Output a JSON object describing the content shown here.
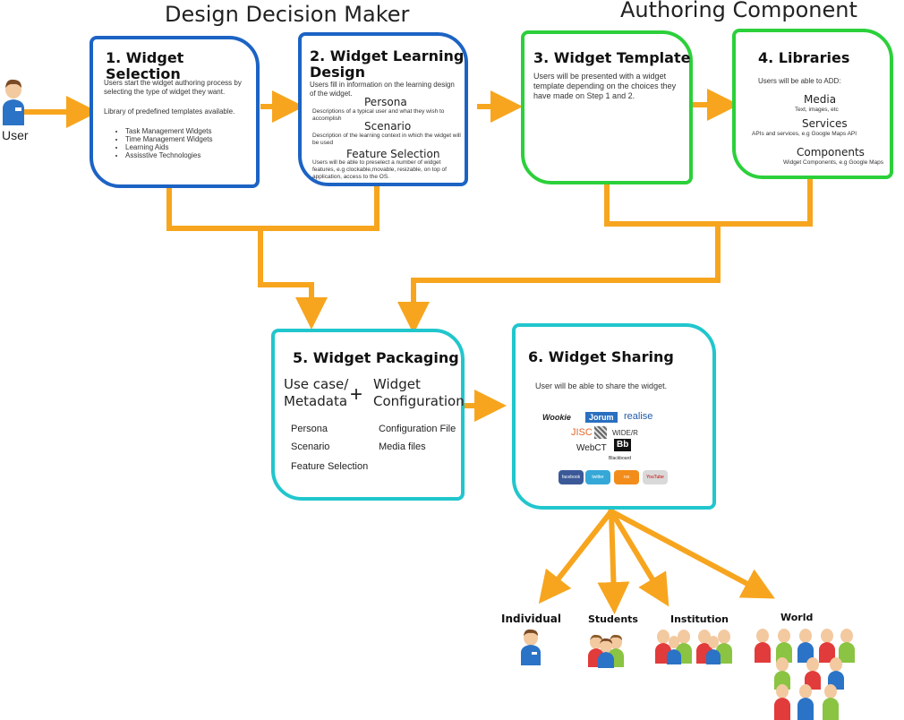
{
  "headings": {
    "design_decision_maker": "Design Decision Maker",
    "authoring_component": "Authoring Component"
  },
  "user_label": "User",
  "cards": {
    "c1": {
      "title": "1. Widget Selection",
      "text1": "Users start the widget authoring process by selecting the type of widget they want.",
      "text2": "Library of predefined templates available.",
      "bullets": [
        "Task Management Widgets",
        "Time Management Widgets",
        "Learning Aids",
        "Assisstive Technologies"
      ]
    },
    "c2": {
      "title": "2. Widget Learning Design",
      "intro": "Users fill in information on the learning design of the widget.",
      "persona": "Persona",
      "persona_desc": "Descriptions of a typical user and what they wish to accomplish",
      "scenario": "Scenario",
      "scenario_desc": "Description of the learning context in which the widget will be used",
      "feature": "Feature Selection",
      "feature_desc": "Users will be able to preselect a number of widget features, e.g clockable,movable, resizable, on top of application, access to the OS."
    },
    "c3": {
      "title": "3. Widget Template",
      "text": "Users will be presented with a widget template depending on the choices they have made on Step 1 and 2."
    },
    "c4": {
      "title": "4. Libraries",
      "intro": "Users will be able to ADD:",
      "media": "Media",
      "media_desc": "Text, images, etc",
      "services": "Services",
      "services_desc": "APIs and services, e.g Google Maps API",
      "components": "Components",
      "components_desc": "Widget Components, e.g Google Maps"
    },
    "c5": {
      "title": "5. Widget Packaging",
      "left_big": "Use case/ Metadata",
      "plus": "+",
      "right_big": "Widget Configuration",
      "persona": "Persona",
      "scenario": "Scenario",
      "feature": "Feature Selection",
      "config_file": "Configuration File",
      "media_files": "Media files"
    },
    "c6": {
      "title": "6. Widget Sharing",
      "text": "User will be able to share the widget.",
      "logos": [
        "Wookie",
        "Jorum",
        "realise",
        "JISC",
        "WIDE/R",
        "WebCT",
        "Bb",
        "Blackboard"
      ],
      "social": [
        "facebook",
        "twitter",
        "rss",
        "YouTube"
      ]
    }
  },
  "audiences": [
    "Individual",
    "Students",
    "Institution",
    "World"
  ],
  "colors": {
    "blue": "#1c63c4",
    "green": "#2bd03a",
    "teal": "#21c6cd",
    "arrow": "#f7a51e"
  }
}
